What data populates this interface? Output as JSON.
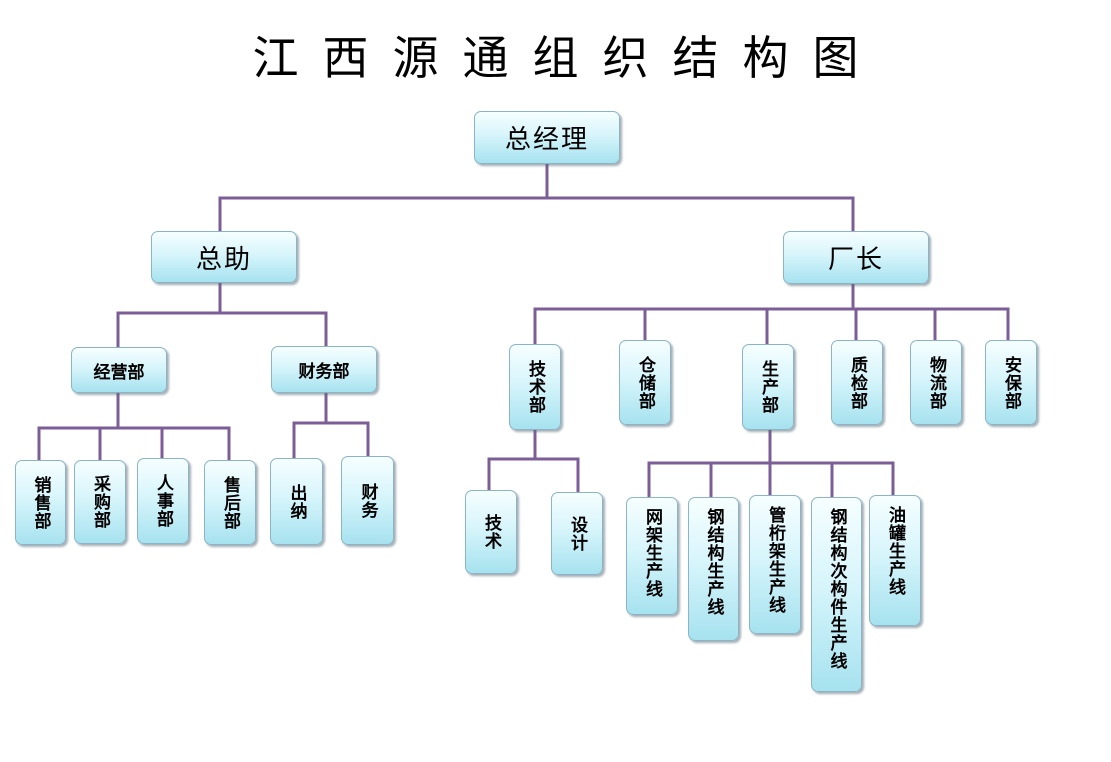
{
  "title": "江西源通组织结构图",
  "nodes": {
    "gm": "总经理",
    "assistant": "总助",
    "factory_director": "厂长",
    "business_dept": "经营部",
    "finance_dept": "财务部",
    "sales": "销售部",
    "purchasing": "采购部",
    "hr": "人事部",
    "after_sales": "售后部",
    "cashier": "出纳",
    "accounting": "财务",
    "tech_dept": "技术部",
    "warehouse": "仓储部",
    "production_dept": "生产部",
    "qc_dept": "质检部",
    "logistics_dept": "物流部",
    "security_dept": "安保部",
    "tech": "技术",
    "design": "设计",
    "line_grid": "网架生产线",
    "line_steel": "钢结构生产线",
    "line_truss": "管桁架生产线",
    "line_secondary": "钢结构次构件生产线",
    "line_tank": "油罐生产线"
  }
}
